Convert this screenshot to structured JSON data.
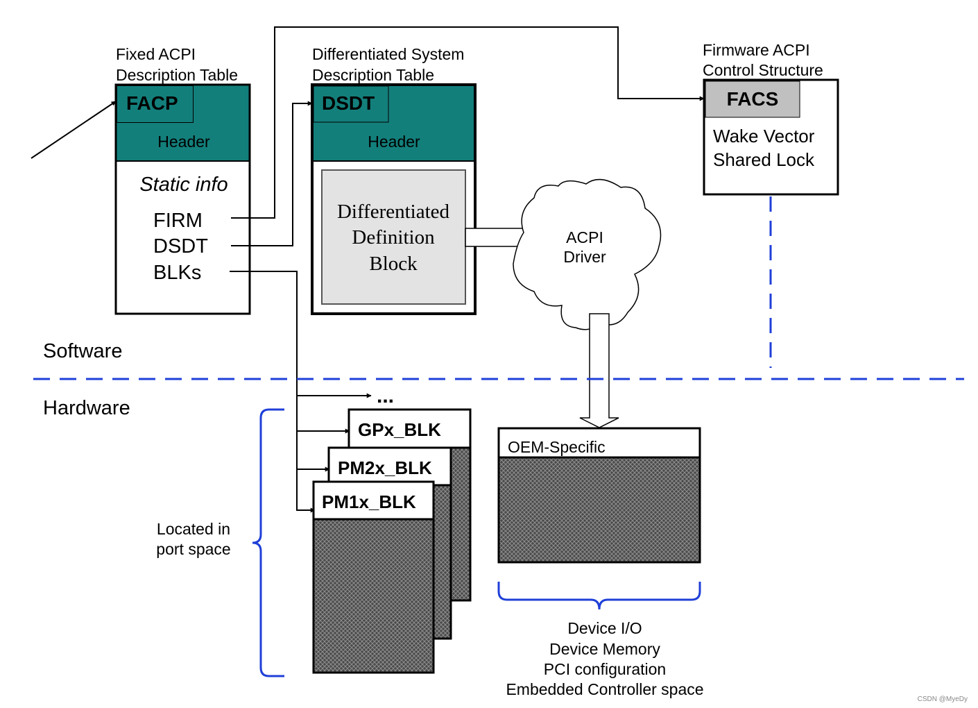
{
  "facp": {
    "caption_line1": "Fixed ACPI",
    "caption_line2": "Description Table",
    "tag": "FACP",
    "header": "Header",
    "static_info": "Static info",
    "field_firm": "FIRM",
    "field_dsdt": "DSDT",
    "field_blks": "BLKs"
  },
  "dsdt": {
    "caption_line1": "Differentiated System",
    "caption_line2": "Description Table",
    "tag": "DSDT",
    "header": "Header",
    "block_line1": "Differentiated",
    "block_line2": "Definition",
    "block_line3": "Block"
  },
  "facs": {
    "caption_line1": "Firmware ACPI",
    "caption_line2": "Control Structure",
    "tag": "FACS",
    "line1": "Wake Vector",
    "line2": "Shared Lock"
  },
  "driver": {
    "line1": "ACPI",
    "line2": "Driver"
  },
  "layers": {
    "software": "Software",
    "hardware": "Hardware"
  },
  "blocks": {
    "ellipsis": "...",
    "gpx": "GPx_BLK",
    "pm2x": "PM2x_BLK",
    "pm1x": "PM1x_BLK",
    "port_line1": "Located in",
    "port_line2": "port space"
  },
  "oem": {
    "title": "OEM-Specific",
    "spaces": [
      "Device I/O",
      "Device Memory",
      "PCI configuration",
      "Embedded Controller space"
    ]
  },
  "watermark": "CSDN @MyeDy",
  "colors": {
    "teal": "#137f7b",
    "gray_block": "#e3e3e3",
    "facs_tag": "#c0c0c0",
    "divider_blue": "#1f3fd8"
  }
}
